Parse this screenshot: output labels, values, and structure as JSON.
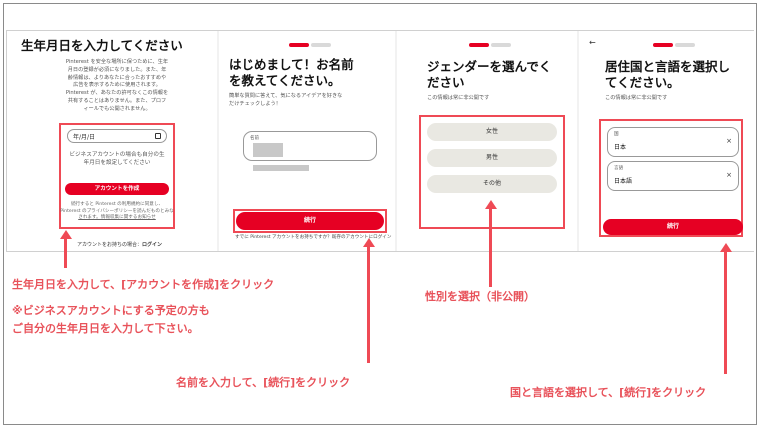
{
  "panel1": {
    "title": "生年月日を入力してください",
    "desc": [
      "Pinterest を安全な場所に保つために、生年",
      "月日の登録が必須になりました。また、年",
      "齢情報は、よりあなたに合ったおすすめや",
      "広告を表示するために使用されます。",
      "Pinterest が、あなたの許可なくこの情報を",
      "共有することはありません。また、プロフ",
      "ィールでも公開されません。"
    ],
    "date_placeholder": "年/月/日",
    "business_note": [
      "ビジネスアカウントの場合も自分の生",
      "年月日を設定してください"
    ],
    "create_button": "アカウントを作成",
    "terms": [
      "続行すると Pinterest の利用規約に同意し、",
      "Pinterest のプライバシーポリシーを読んだものとみな",
      "されます。情報収集に関するお知らせ"
    ],
    "login_prompt": "アカウントをお持ちの場合：",
    "login_link": "ログイン"
  },
  "panel2": {
    "title": "はじめまして！お名前を教えてください。",
    "title_line1": "はじめまして！お名前",
    "title_line2": "を教えてください。",
    "subtitle": [
      "簡単な質問に答えて、気になるアイデアを好きな",
      "だけチェックしよう！"
    ],
    "name_label": "名前",
    "continue_button": "続行",
    "footer": "すでに Pinterest アカウントをお持ちですか？既存のアカウントにログイン"
  },
  "panel3": {
    "title_line1": "ジェンダーを選んでく",
    "title_line2": "ださい",
    "subtitle": "この情報は常に非公開です",
    "options": [
      "女性",
      "男性",
      "その他"
    ]
  },
  "panel4": {
    "back_icon": "←",
    "title_line1": "居住国と言語を選択し",
    "title_line2": "てください。",
    "subtitle": "この情報は常に非公開です",
    "country_label": "国",
    "country_value": "日本",
    "language_label": "言語",
    "language_value": "日本語",
    "clear_icon": "×",
    "continue_button": "続行"
  },
  "captions": {
    "step1_line1": "生年月日を入力して、[アカウントを作成]をクリック",
    "step1_line2": "※ビジネスアカウントにする予定の方も",
    "step1_line3": "ご自分の生年月日を入力して下さい。",
    "step2": "名前を入力して、[続行]をクリック",
    "step3": "性別を選択（非公開）",
    "step4": "国と言語を選択して、[続行]をクリック"
  },
  "colors": {
    "pinterest_red": "#e60023",
    "annotation_red": "#ef4a55",
    "caption_red": "#e8525a"
  }
}
